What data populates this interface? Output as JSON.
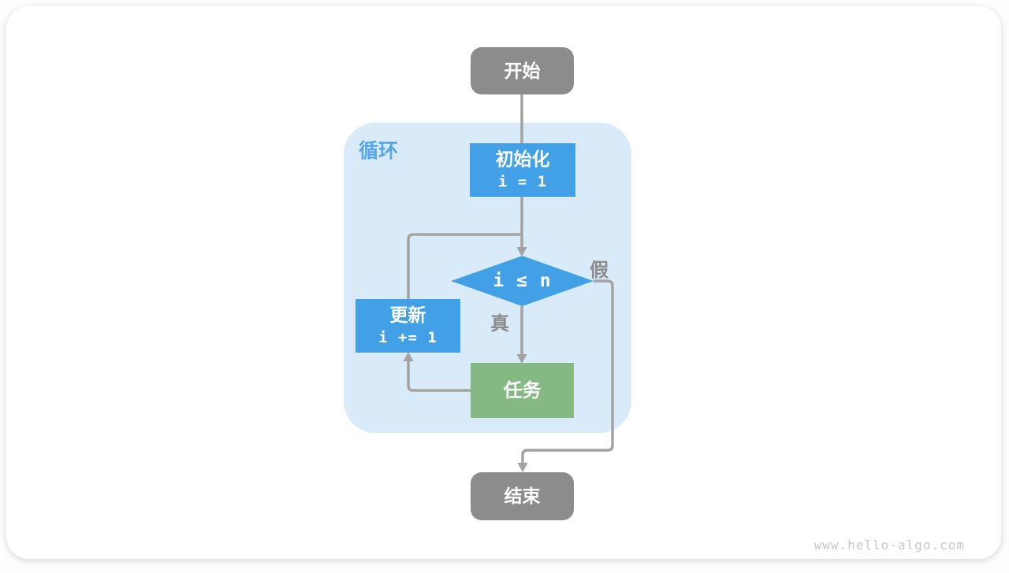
{
  "diagram": {
    "loop_label": "循环",
    "nodes": {
      "start": {
        "label": "开始"
      },
      "init": {
        "title": "初始化",
        "code": "i = 1"
      },
      "cond": {
        "label": "i ≤ n"
      },
      "update": {
        "title": "更新",
        "code": "i += 1"
      },
      "task": {
        "label": "任务"
      },
      "end": {
        "label": "结束"
      }
    },
    "edge_labels": {
      "true_branch": "真",
      "false_branch": "假"
    }
  },
  "watermark": "www.hello-algo.com",
  "colors": {
    "blue": "#42A1E6",
    "green": "#85B984",
    "gray-node": "#8C8C8C",
    "loop-bg": "#D9EAF8",
    "loop-label": "#55A6E8",
    "line": "#A3A3A3",
    "edge-label": "#8C8C8C",
    "watermark": "#C9C9C9"
  }
}
